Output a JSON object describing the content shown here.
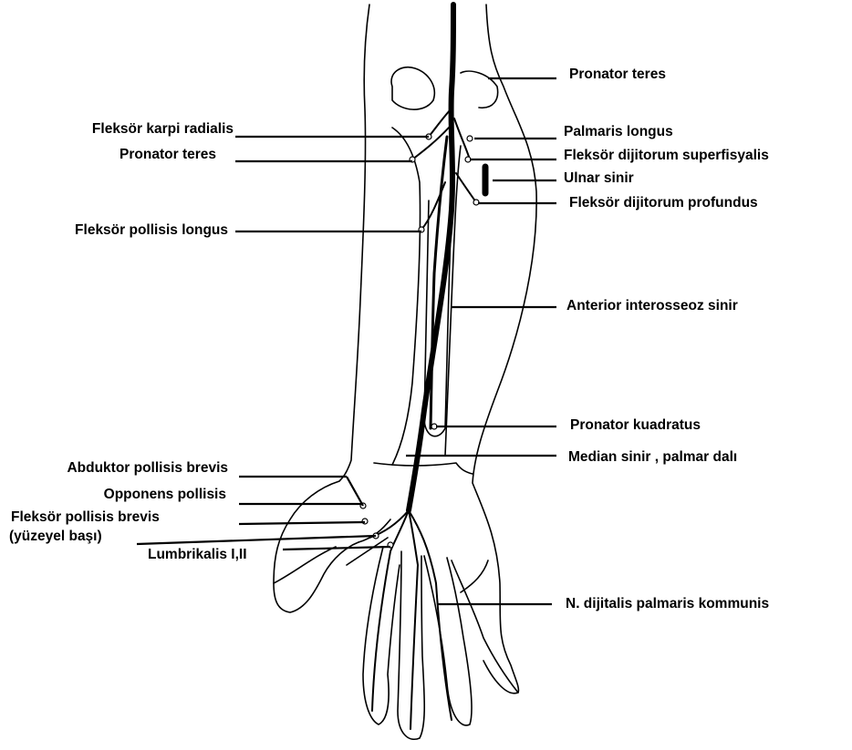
{
  "labels_left": [
    {
      "key": "fcr",
      "text": "Fleksör karpi radialis"
    },
    {
      "key": "pt_left",
      "text": "Pronator teres"
    },
    {
      "key": "fpl",
      "text": "Fleksör pollisis longus"
    },
    {
      "key": "apb",
      "text": "Abduktor pollisis brevis"
    },
    {
      "key": "op",
      "text": "Opponens pollisis"
    },
    {
      "key": "fpb",
      "text": "Fleksör pollisis brevis"
    },
    {
      "key": "fpb_sub",
      "text": "(yüzeyel başı)"
    },
    {
      "key": "lumb",
      "text": "Lumbrikalis I,II"
    }
  ],
  "labels_right": [
    {
      "key": "pt_right",
      "text": "Pronator teres"
    },
    {
      "key": "pl",
      "text": "Palmaris longus"
    },
    {
      "key": "fds",
      "text": "Fleksör dijitorum superfisyalis"
    },
    {
      "key": "ulnar",
      "text": "Ulnar sinir"
    },
    {
      "key": "fdp",
      "text": "Fleksör dijitorum profundus"
    },
    {
      "key": "ain",
      "text": "Anterior interosseoz sinir"
    },
    {
      "key": "pq",
      "text": "Pronator kuadratus"
    },
    {
      "key": "median_palmar",
      "text": "Median sinir , palmar dalı"
    },
    {
      "key": "ndpc",
      "text": "N. dijitalis palmaris kommunis"
    }
  ]
}
